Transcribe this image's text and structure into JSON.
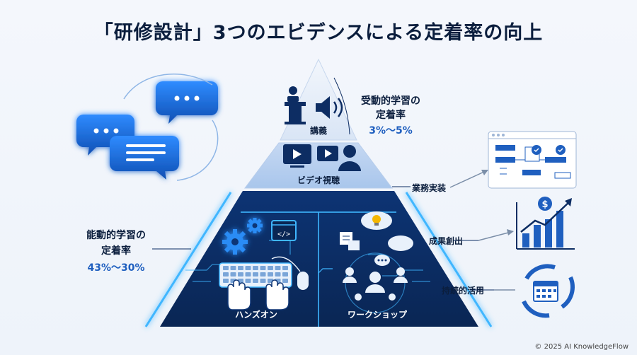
{
  "title": "「研修設計」3つのエビデンスによる定着率の向上",
  "passive": {
    "line1": "受動的学習の",
    "line2": "定着率",
    "pct": "3%〜5%"
  },
  "active": {
    "line1": "能動的学習の",
    "line2": "定着率",
    "pct": "43%〜30%"
  },
  "tiers": {
    "lecture": "講義",
    "video": "ビデオ視聴",
    "handson": "ハンズオン",
    "workshop": "ワークショップ"
  },
  "outcomes": {
    "business": "業務実装",
    "results": "成果創出",
    "sustain": "持続的活用"
  },
  "dollar_symbol": "$",
  "code_symbol": "</>",
  "copyright": "© 2025 AI KnowledgeFlow",
  "colors": {
    "navy": "#0b1e3d",
    "accent": "#1f5fbf",
    "glow": "#3fb6ff"
  }
}
